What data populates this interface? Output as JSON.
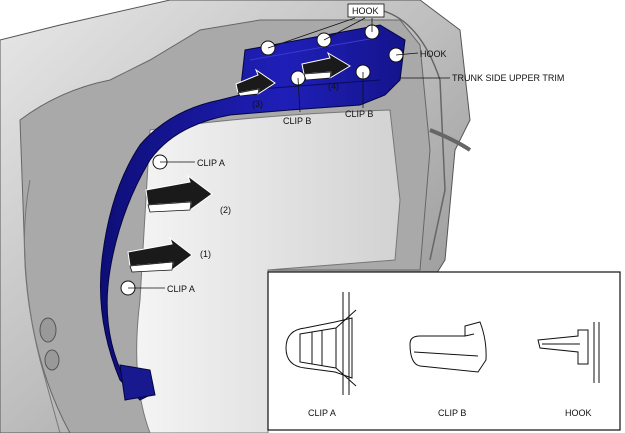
{
  "callouts": {
    "hook_top": "HOOK",
    "hook_right": "HOOK",
    "trim": "TRUNK SIDE UPPER TRIM",
    "clip_b_left": "CLIP B",
    "clip_b_right": "CLIP B",
    "clip_a_upper": "CLIP A",
    "clip_a_lower": "CLIP A",
    "step_1": "(1)",
    "step_2": "(2)",
    "step_3": "(3)",
    "step_4": "(4)"
  },
  "inset": {
    "clip_a": "CLIP A",
    "clip_b": "CLIP B",
    "hook": "HOOK"
  },
  "colors": {
    "trim": "#1a1aa6",
    "trim_dark": "#0d0d70",
    "body": "#c8c8c8",
    "body_dark": "#7a7a7a",
    "line": "#111111"
  }
}
